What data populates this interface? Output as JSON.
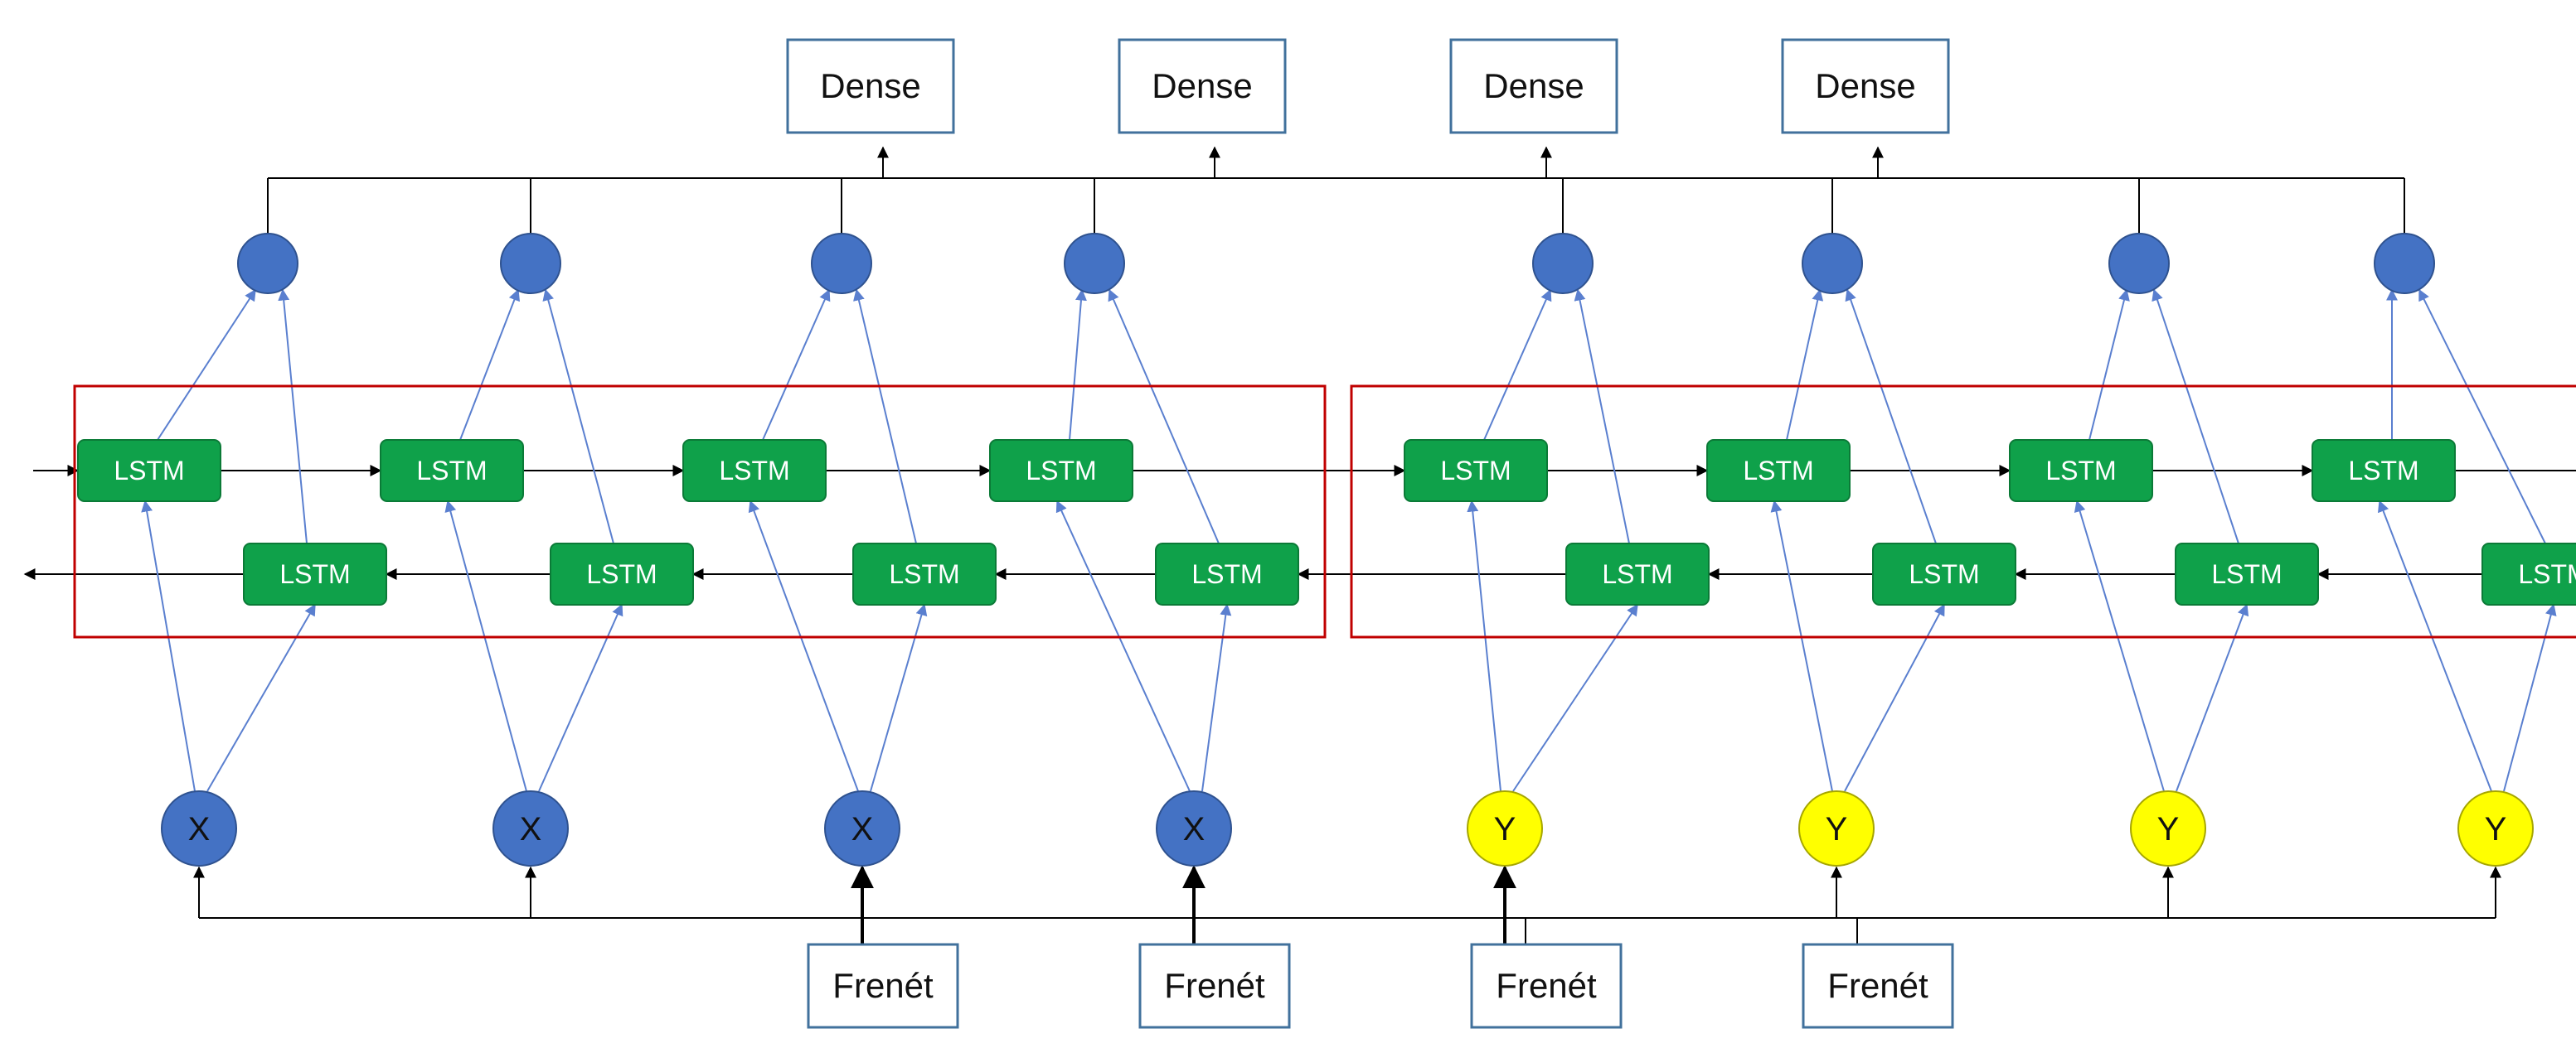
{
  "colors": {
    "dense_box_border": "#41719c",
    "frenet_box_border": "#41719c",
    "lstm_fill": "#0fa14a",
    "lstm_text": "#ffffff",
    "blue_node": "#4472c4",
    "yellow_node": "#ffff00",
    "block_border": "#c00000",
    "thin_arrow": "#5a7fcf",
    "line": "#000000"
  },
  "dense_labels": [
    "Dense",
    "Dense",
    "Dense",
    "Dense"
  ],
  "frenet_labels": [
    "Frenét",
    "Frenét",
    "Frenét",
    "Frenét"
  ],
  "lstm_label": "LSTM",
  "input_nodes": [
    {
      "label": "X",
      "kind": "blue"
    },
    {
      "label": "X",
      "kind": "blue"
    },
    {
      "label": "X",
      "kind": "blue"
    },
    {
      "label": "X",
      "kind": "blue"
    },
    {
      "label": "Y",
      "kind": "yellow"
    },
    {
      "label": "Y",
      "kind": "yellow"
    },
    {
      "label": "Y",
      "kind": "yellow"
    },
    {
      "label": "Y",
      "kind": "yellow"
    }
  ],
  "output_node_count": 8,
  "bilstm_blocks": 2
}
